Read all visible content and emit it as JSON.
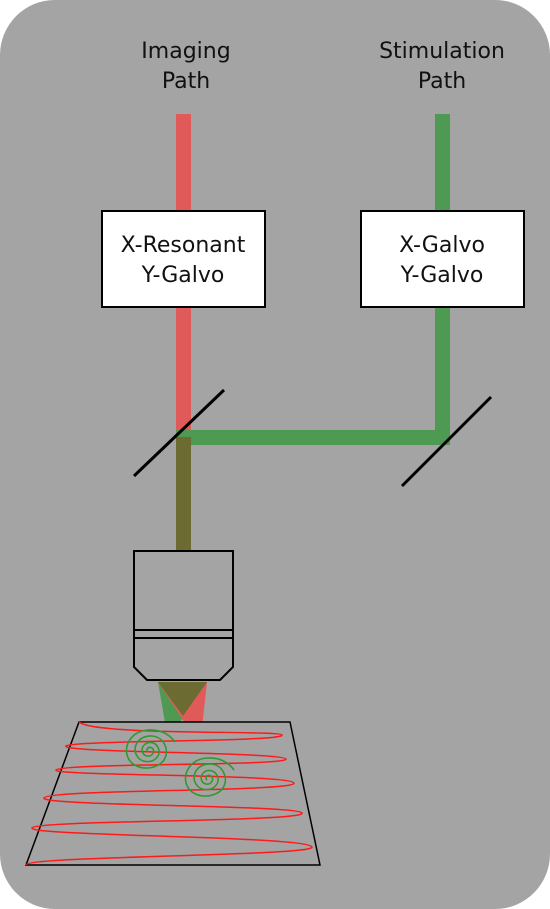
{
  "imaging_path": {
    "title_line1": "Imaging",
    "title_line2": "Path",
    "scanner_line1": "X-Resonant",
    "scanner_line2": "Y-Galvo",
    "beam_color": "#e05a5a"
  },
  "stimulation_path": {
    "title_line1": "Stimulation",
    "title_line2": "Path",
    "scanner_line1": "X-Galvo",
    "scanner_line2": "Y-Galvo",
    "beam_color": "#4e9a52"
  },
  "colors": {
    "panel_background": "#a4a4a4",
    "combined_beam": "#6b6b32",
    "raster_scan": "#ff1a1a",
    "spiral_scan": "#2f9a2f",
    "outline": "#000000",
    "box_fill": "#ffffff"
  }
}
